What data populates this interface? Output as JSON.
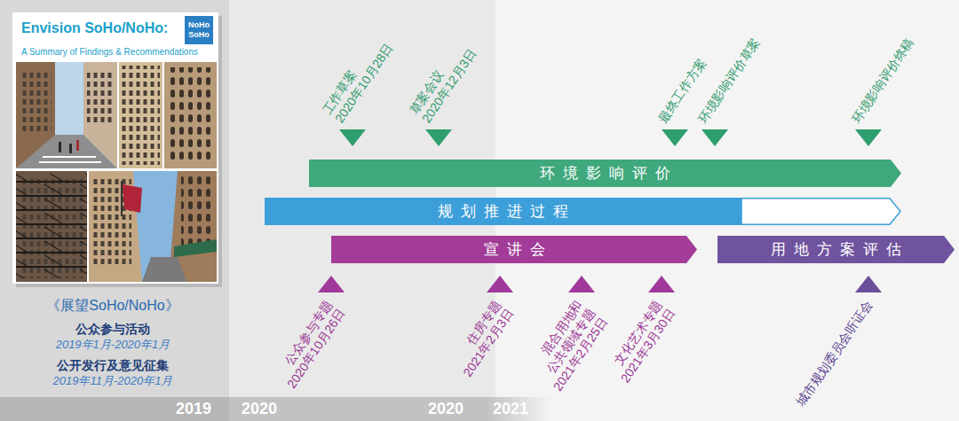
{
  "diagram": {
    "nodes": [
      {
        "text": [
          "Envision SoHo/NoHo:",
          "A Summary of Findings & Recommendations"
        ]
      },
      {
        "text": [
          "NoHo SoHo"
        ],
        "in": 0
      },
      {
        "text": [
          "环境影响评价"
        ]
      },
      {
        "text": [
          "规划推进过程"
        ]
      },
      {
        "text": [
          "宣讲会"
        ]
      },
      {
        "text": [
          "用地方案评估"
        ]
      }
    ],
    "labels": [
      "工作草案",
      "2020年10月28日",
      "草案会议",
      "2020年12月3日",
      "最终工作方案",
      "环境影响评价草案",
      "环境影响评价终稿",
      "公众参与专题",
      "2020年10月26日",
      "住房专题",
      "2021年2月3日",
      "混合用地和",
      "公共领域专题",
      "2021年2月25日",
      "文化艺术专题",
      "2021年3月30日",
      "城市规划委员会听证会",
      "《展望SoHo/NoHo》",
      "公众参与活动",
      "2019年1月-2020年1月",
      "公开发行及意见征集",
      "2019年11月-2020年1月",
      "2019",
      "2020",
      "2020",
      "2021"
    ]
  }
}
